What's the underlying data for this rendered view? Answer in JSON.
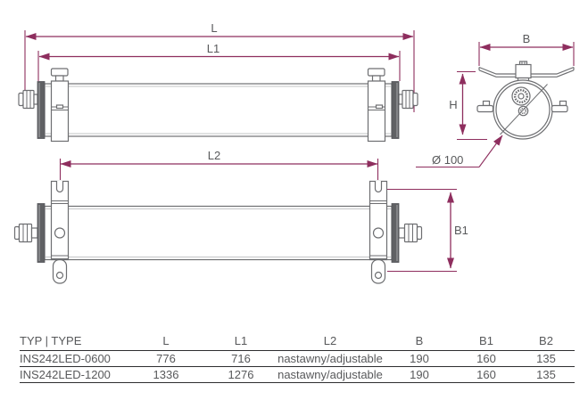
{
  "colors": {
    "dim": "#8e2e5e",
    "line": "#6d6e71",
    "dark": "#606164",
    "lightline": "#c3c4c6",
    "text": "#58595b",
    "rule": "#2e2e30"
  },
  "drawings": {
    "front": {
      "l": "L",
      "l1": "L1"
    },
    "plan": {
      "l2": "L2",
      "b1": "B1"
    },
    "end": {
      "b": "B",
      "h": "H",
      "diameter": "Ø 100"
    }
  },
  "table": {
    "headers": [
      "TYP | TYPE",
      "L",
      "L1",
      "L2",
      "B",
      "B1",
      "B2"
    ],
    "rows": [
      {
        "cells": [
          "INS242LED-0600",
          "776",
          "716",
          "nastawny/adjustable",
          "190",
          "160",
          "135"
        ]
      },
      {
        "cells": [
          "INS242LED-1200",
          "1336",
          "1276",
          "nastawny/adjustable",
          "190",
          "160",
          "135"
        ]
      }
    ]
  }
}
